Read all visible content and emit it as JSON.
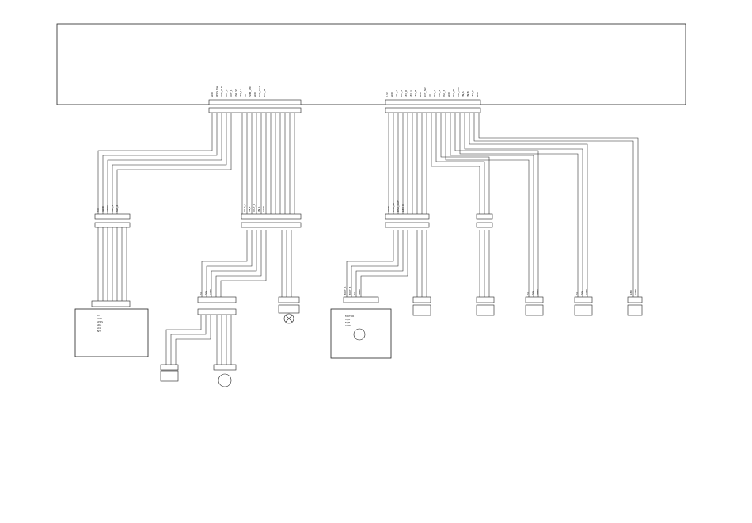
{
  "diagram": {
    "main_board": {
      "header_a": {
        "labels": [
          "GND",
          "APDS_SW",
          "MOT_SLP",
          "MOT_A",
          "MOT_B",
          "FAN_SP",
          "FAN_LK",
          "5V",
          "PWM_LED",
          "GND",
          "ROT_OUT",
          "ROT_IN"
        ]
      },
      "header_b": {
        "labels": [
          "3.3V",
          "GND",
          "SOL_1",
          "SOL_2",
          "LED_R",
          "LED_G",
          "LED_B",
          "GND",
          "ROT_SW",
          "5V",
          "PAD_1",
          "PAD_2",
          "PAD_3",
          "GND",
          "PAD_IN",
          "PAD_OUT",
          "EN_A",
          "EN_B",
          "LED_D",
          "GND"
        ]
      }
    },
    "connectors": {
      "c1": {
        "labels": [
          "5V",
          "GND",
          "APDS",
          "SW_1",
          "SW_2"
        ]
      },
      "c2": {
        "labels": [
          "OUT_2",
          "IN_2",
          "OUT_1",
          "IN_1",
          "GND"
        ]
      },
      "c3": {
        "labels": [
          "GND",
          "PAD_IN",
          "PAD_OUT",
          "LED_D"
        ]
      },
      "c4": {
        "labels": [
          "5V",
          "SIG",
          "GND"
        ]
      },
      "c5": {
        "labels": [
          "5V",
          "SIG",
          "GND"
        ]
      },
      "c6": {
        "labels": [
          "5V",
          "SIG",
          "GND"
        ]
      },
      "c7": {
        "labels": [
          "LED",
          "GND"
        ]
      },
      "c8": {
        "labels": [
          "MOT_A",
          "MOT_B",
          "5V",
          "GND"
        ]
      }
    },
    "boxes": {
      "left": {
        "labels": [
          "5V",
          "GND",
          "APDS",
          "SDA",
          "SCL",
          "INT"
        ]
      },
      "middle": {
        "labels": [
          "MOTOR",
          "M_A",
          "M_B",
          "GND"
        ]
      }
    }
  }
}
